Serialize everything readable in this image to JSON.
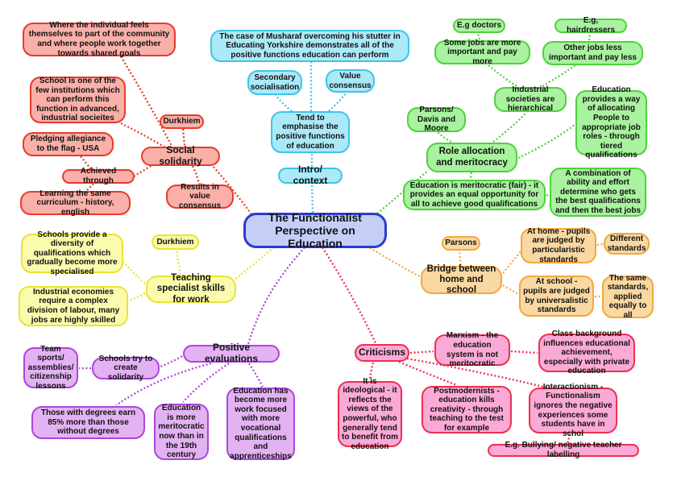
{
  "app": {
    "title": "The Functionalist Perspective on Education mind map"
  },
  "palette": {
    "center": {
      "fill": "#c4cef6",
      "border": "#2b3bcf"
    },
    "red": {
      "fill": "#f9b0a8",
      "border": "#e73b2c"
    },
    "cyan": {
      "fill": "#abe9f8",
      "border": "#3ec4ea"
    },
    "green": {
      "fill": "#a9f2a0",
      "border": "#4ed23c"
    },
    "yellow": {
      "fill": "#fbfbae",
      "border": "#e9e433"
    },
    "orange": {
      "fill": "#f9d8a2",
      "border": "#f2a742"
    },
    "purple": {
      "fill": "#e3b2f2",
      "border": "#ae45dc"
    },
    "pink": {
      "fill": "#fbaad7",
      "border": "#ee2f4e"
    }
  },
  "center": "The Functionalist Perspective on Education",
  "branches": {
    "intro": {
      "hub": "Intro/ context",
      "nodes": {
        "musharaf": "The case of Musharaf overcoming his stutter in Educating Yorkshire demonstrates all of the positive functions education can perform",
        "secondary": "Secondary socialisation",
        "value": "Value consensus",
        "tend": "Tend to emphasise the positive functions of education"
      }
    },
    "social": {
      "hub": "Social solidarity",
      "nodes": {
        "community": "Where the individual feels themselves to part of the community and where people work together towards shared goals",
        "school": "School is one of the few institutions which can perform this function in advanced, industrial socieites",
        "durkhiem": "Durkhiem",
        "pledging": "Pledging allegiance to the flag - USA",
        "achieved": "Achieved through",
        "learning": "Learning the same curriculum - history, english",
        "results": "Results in value consensus"
      }
    },
    "role": {
      "hub": "Role allocation and meritocracy",
      "nodes": {
        "doctors": "E.g doctors",
        "hairdressers": "E.g, hairdressers",
        "some_jobs": "Some jobs are more important and pay more",
        "other_jobs": "Other jobs less important and pay less",
        "hierarchy": "Industrial societies are hierarchical",
        "parsons_davis": "Parsons/ Davis and Moore",
        "allocating": "Education provides a way of allocating People to appropriate job roles - through tiered qualifications",
        "meritocratic": "Education is meritocratic (fair) - it provides an equal opportunity for all to achieve good qualifications",
        "combination": "A combination of ability and effort determine who gets the best qualifications and then the best jobs"
      }
    },
    "skills": {
      "hub": "Teaching specialist skills for work",
      "nodes": {
        "diversity": "Schools provide a diversity of qualifications which gradually become more specialised",
        "durkhiem": "Durkhiem",
        "industrial": "Industrial economies require a complex division of labour, many jobs are highly skilled"
      }
    },
    "bridge": {
      "hub": "Bridge between home and school",
      "nodes": {
        "parsons": "Parsons",
        "at_home": "At home - pupils are judged by particularistic standards",
        "different": "Different standards",
        "at_school": "At school - pupils are judged by universalistic standards",
        "same": "The same standards, applied equally to all"
      }
    },
    "positive": {
      "hub": "Positive evaluations",
      "nodes": {
        "team": "Team sports/ assemblies/ citizenship lessons",
        "solidarity": "Schools try to create solidarity",
        "degrees": "Those with degrees earn 85% more than those without degrees",
        "meritocratic": "Education is more meritocratic now than in the 19th century",
        "vocational": "Education has become more work focused with more vocational qualifications and apprenticeships"
      }
    },
    "criticisms": {
      "hub": "Criticisms",
      "nodes": {
        "marxism": "Marxism - the education system is not meritocratic",
        "class": "Class background influences educational achievement, especially with private education",
        "ideological": "It is ideological - it reflects the views of the powerful, who generally tend to benefit from education",
        "postmodernists": "Postmodernists - education kills creativity - through teaching to the test for example",
        "interactionism": "Interactionism - Functionalism ignores the negative experiences some students have in schol",
        "bullying": "E.g. Bullying/ negative teacher labelling"
      }
    }
  }
}
